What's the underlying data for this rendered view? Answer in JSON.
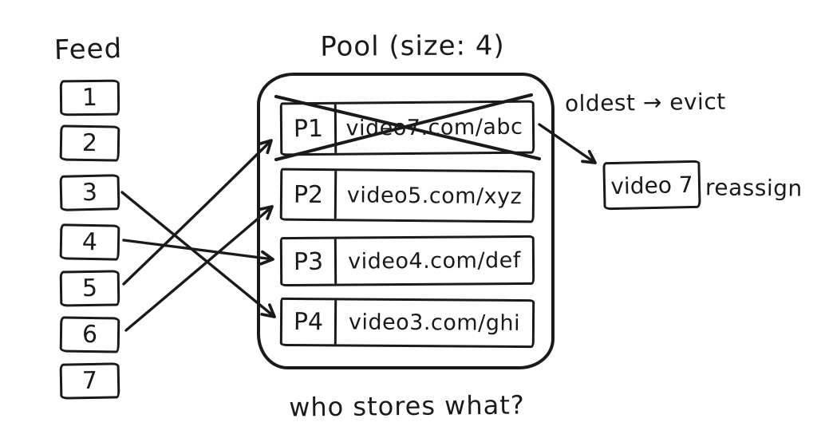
{
  "feed": {
    "label": "Feed",
    "items": [
      "1",
      "2",
      "3",
      "4",
      "5",
      "6",
      "7"
    ]
  },
  "pool": {
    "title": "Pool (size: 4)",
    "slots": [
      {
        "id": "P1",
        "url": "video7.com/abc",
        "status": "evicted"
      },
      {
        "id": "P2",
        "url": "video5.com/xyz",
        "status": "active"
      },
      {
        "id": "P3",
        "url": "video4.com/def",
        "status": "active"
      },
      {
        "id": "P4",
        "url": "video3.com/ghi",
        "status": "active"
      }
    ]
  },
  "assignments": [
    {
      "from": "3",
      "to": "P4"
    },
    {
      "from": "4",
      "to": "P3"
    },
    {
      "from": "5",
      "to": "P1"
    },
    {
      "from": "6",
      "to": "P2"
    }
  ],
  "eviction": {
    "note": "oldest → evict",
    "video": "video 7",
    "action": "reassign"
  },
  "caption": "who stores what?",
  "colors": {
    "ink": "#1a1a1a",
    "background": "#ffffff"
  }
}
